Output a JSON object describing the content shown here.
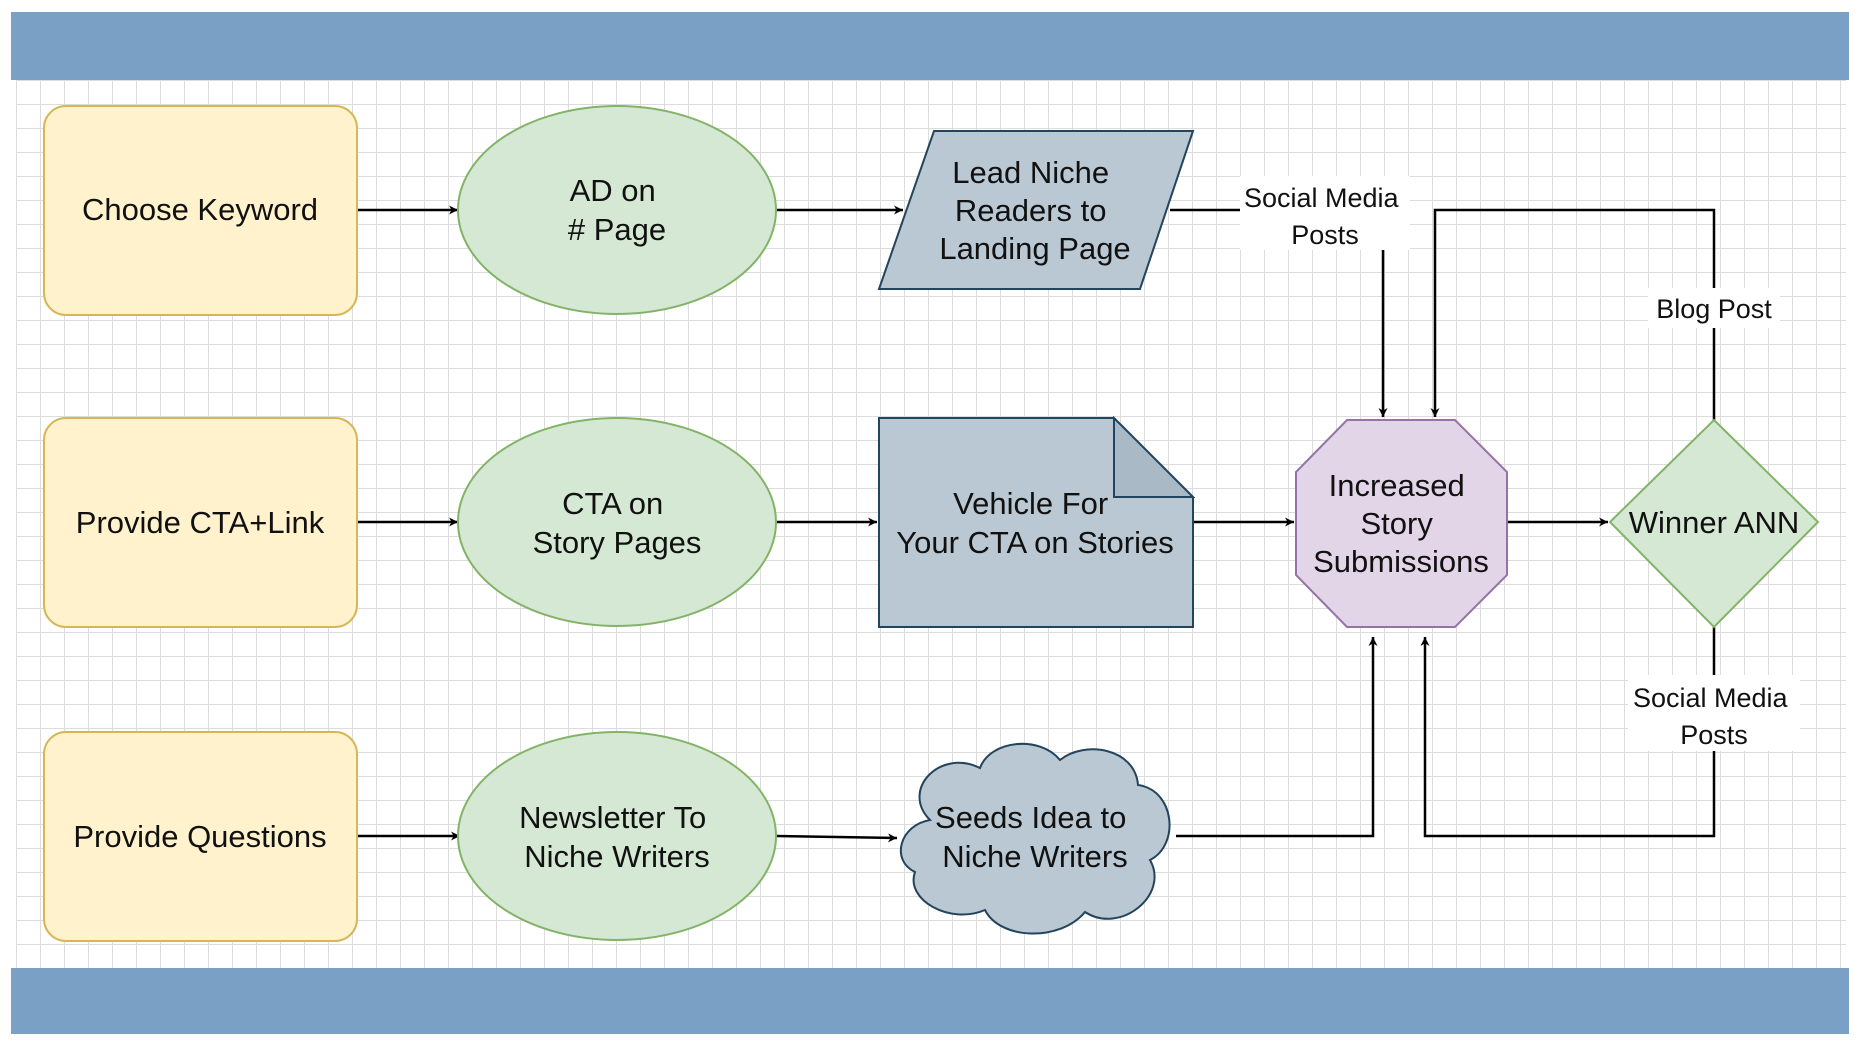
{
  "diagram": {
    "nodes": {
      "choose_keyword": {
        "lines": [
          "Choose Keyword"
        ]
      },
      "provide_cta": {
        "lines": [
          "Provide CTA+Link"
        ]
      },
      "provide_questions": {
        "lines": [
          "Provide Questions"
        ]
      },
      "ad_on_page": {
        "lines": [
          "AD on",
          "# Page"
        ]
      },
      "cta_story_pages": {
        "lines": [
          "CTA on",
          "Story Pages"
        ]
      },
      "newsletter": {
        "lines": [
          "Newsletter To",
          "Niche Writers"
        ]
      },
      "lead_niche": {
        "lines": [
          "Lead Niche",
          "Readers to",
          "Landing Page"
        ]
      },
      "vehicle": {
        "lines": [
          "Vehicle For",
          "Your CTA on Stories"
        ]
      },
      "seeds_idea": {
        "lines": [
          "Seeds Idea to",
          "Niche Writers"
        ]
      },
      "increased": {
        "lines": [
          "Increased",
          "Story",
          "Submissions"
        ]
      },
      "winner": {
        "lines": [
          "Winner ANN"
        ]
      }
    },
    "edge_labels": {
      "social_top": [
        "Social Media",
        "Posts"
      ],
      "blog_post": [
        "Blog Post"
      ],
      "social_bottom": [
        "Social Media",
        "Posts"
      ]
    },
    "colors": {
      "band": "#7ba0c6",
      "process_fill": "#fff2cc",
      "process_stroke": "#d6b656",
      "ellipse_fill": "#d5e8d4",
      "ellipse_stroke": "#82b366",
      "slate_fill": "#bac8d3",
      "slate_stroke": "#23445d",
      "octagon_fill": "#e1d5e7",
      "octagon_stroke": "#9673a6"
    }
  }
}
